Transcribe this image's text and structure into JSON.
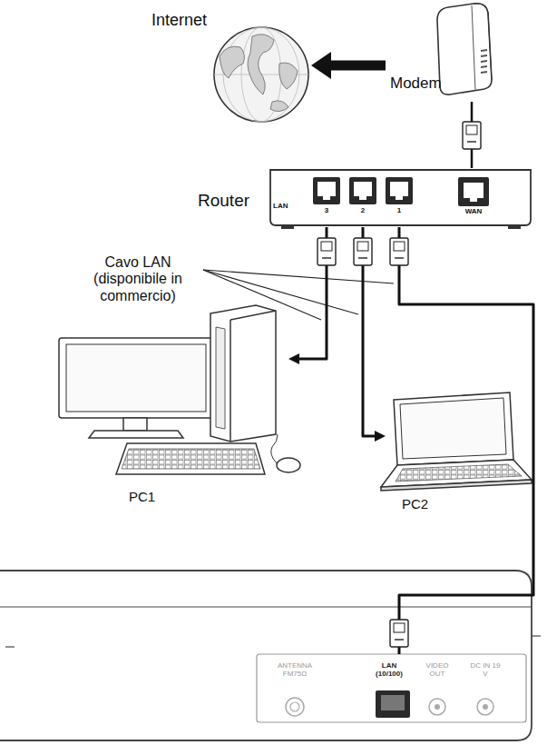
{
  "diagram": {
    "nodes": [
      {
        "text": [
          "Internet"
        ]
      },
      {
        "text": [
          "Modem"
        ]
      },
      {
        "text": [
          "Router",
          "LAN",
          "3",
          "2",
          "1",
          "WAN"
        ]
      },
      {
        "text": [
          "PC1"
        ]
      },
      {
        "text": [
          "PC2"
        ]
      },
      {
        "text": [
          "ANTENNA FM75Ω",
          "LAN (10/100)",
          "VIDEO OUT",
          "DC IN 19 V"
        ]
      }
    ],
    "edges": [
      {
        "from": 1,
        "to": 0,
        "arrow": "to"
      },
      {
        "from": 1,
        "to": 2,
        "arrow": "none"
      },
      {
        "from": 2,
        "to": 3,
        "arrow": "to"
      },
      {
        "from": 2,
        "to": 4,
        "arrow": "to"
      },
      {
        "from": 2,
        "to": 5,
        "arrow": "none"
      }
    ],
    "labels": [
      "Cavo LAN (disponibile in commercio)"
    ]
  }
}
